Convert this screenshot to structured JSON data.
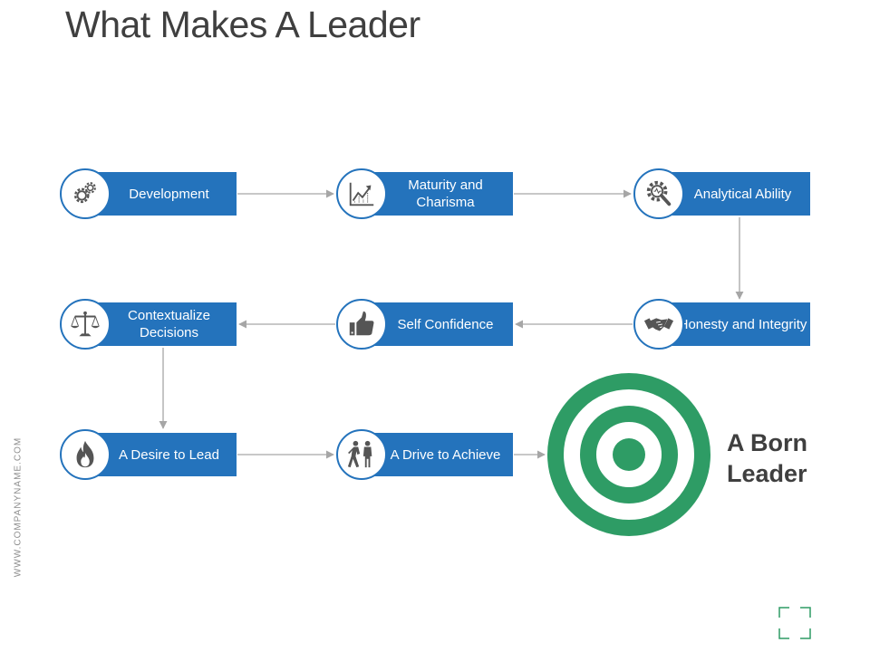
{
  "title": "What Makes A Leader",
  "side_text": "WWW.COMPANYNAME.COM",
  "nodes": [
    {
      "label": "Development",
      "icon": "gears-icon"
    },
    {
      "label": "Maturity and Charisma",
      "icon": "growth-chart-icon"
    },
    {
      "label": "Analytical Ability",
      "icon": "gear-magnifier-icon"
    },
    {
      "label": "Honesty and Integrity",
      "icon": "handshake-icon"
    },
    {
      "label": "Self Confidence",
      "icon": "thumbs-up-icon"
    },
    {
      "label": "Contextualize Decisions",
      "icon": "balance-scale-icon"
    },
    {
      "label": "A Desire to Lead",
      "icon": "flame-icon"
    },
    {
      "label": "A Drive to Achieve",
      "icon": "walking-people-icon"
    }
  ],
  "result": {
    "line1": "A Born",
    "line2": "Leader",
    "icon": "target-icon"
  },
  "colors": {
    "box": "#2473bc",
    "target": "#2e9c65",
    "title": "#3f3f3f",
    "arrow": "#a6a6a6"
  }
}
